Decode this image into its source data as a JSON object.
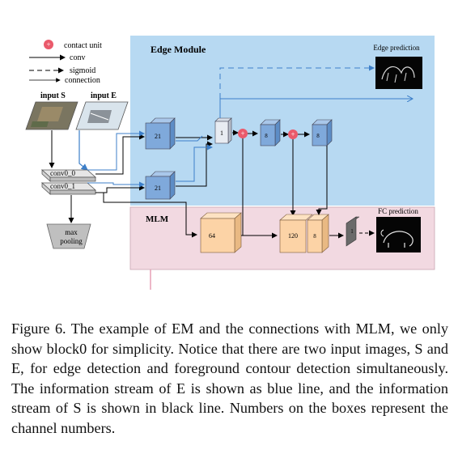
{
  "legend": {
    "contact_unit": "contact unit",
    "conv": "conv",
    "sigmoid": "sigmoid",
    "connection": "connection"
  },
  "inputs": {
    "s_label": "input S",
    "e_label": "input E"
  },
  "layers": {
    "conv0_0": "conv0_0",
    "conv0_1": "conv0_1",
    "max_pooling_line1": "max",
    "max_pooling_line2": "pooling"
  },
  "edge_module": {
    "title": "Edge Module",
    "box_21_top": "21",
    "box_21_bottom": "21",
    "box_1": "1",
    "box_8_a": "8",
    "box_8_b": "8",
    "output_label": "Edge prediction",
    "color": "#b7d9f2"
  },
  "mlm": {
    "title": "MLM",
    "box_64": "64",
    "box_120": "120",
    "box_8": "8",
    "box_1": "1",
    "output_label": "FC prediction",
    "color": "#f2d9e1"
  },
  "colors": {
    "edge_box": "#7fa9db",
    "mlm_box": "#fcd3a6",
    "contact_unit": "#ea5a6b",
    "blue_line": "#3d7fc9"
  },
  "caption": "Figure 6. The example of EM and the connections with MLM, we only show block0 for simplicity. Notice that there are two input images, S and E, for edge detection and foreground contour detection simultaneously. The information stream of E is shown as blue line, and the information stream of S is shown in black line. Numbers on the boxes represent the channel numbers."
}
